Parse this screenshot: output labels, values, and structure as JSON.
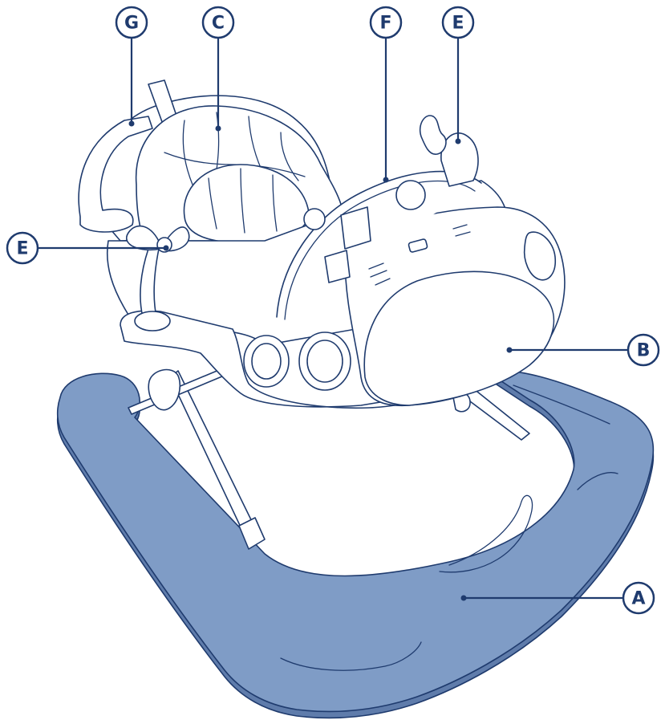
{
  "colors": {
    "line": "#1f3b6e",
    "base_fill": "#7f9cc6",
    "base_shadow": "#6f8cb8",
    "paper": "#ffffff"
  },
  "callouts": [
    {
      "id": "A",
      "text": "A"
    },
    {
      "id": "B",
      "text": "B"
    },
    {
      "id": "C",
      "text": "C"
    },
    {
      "id": "E1",
      "text": "E"
    },
    {
      "id": "E2",
      "text": "E"
    },
    {
      "id": "F",
      "text": "F"
    },
    {
      "id": "G",
      "text": "G"
    }
  ]
}
